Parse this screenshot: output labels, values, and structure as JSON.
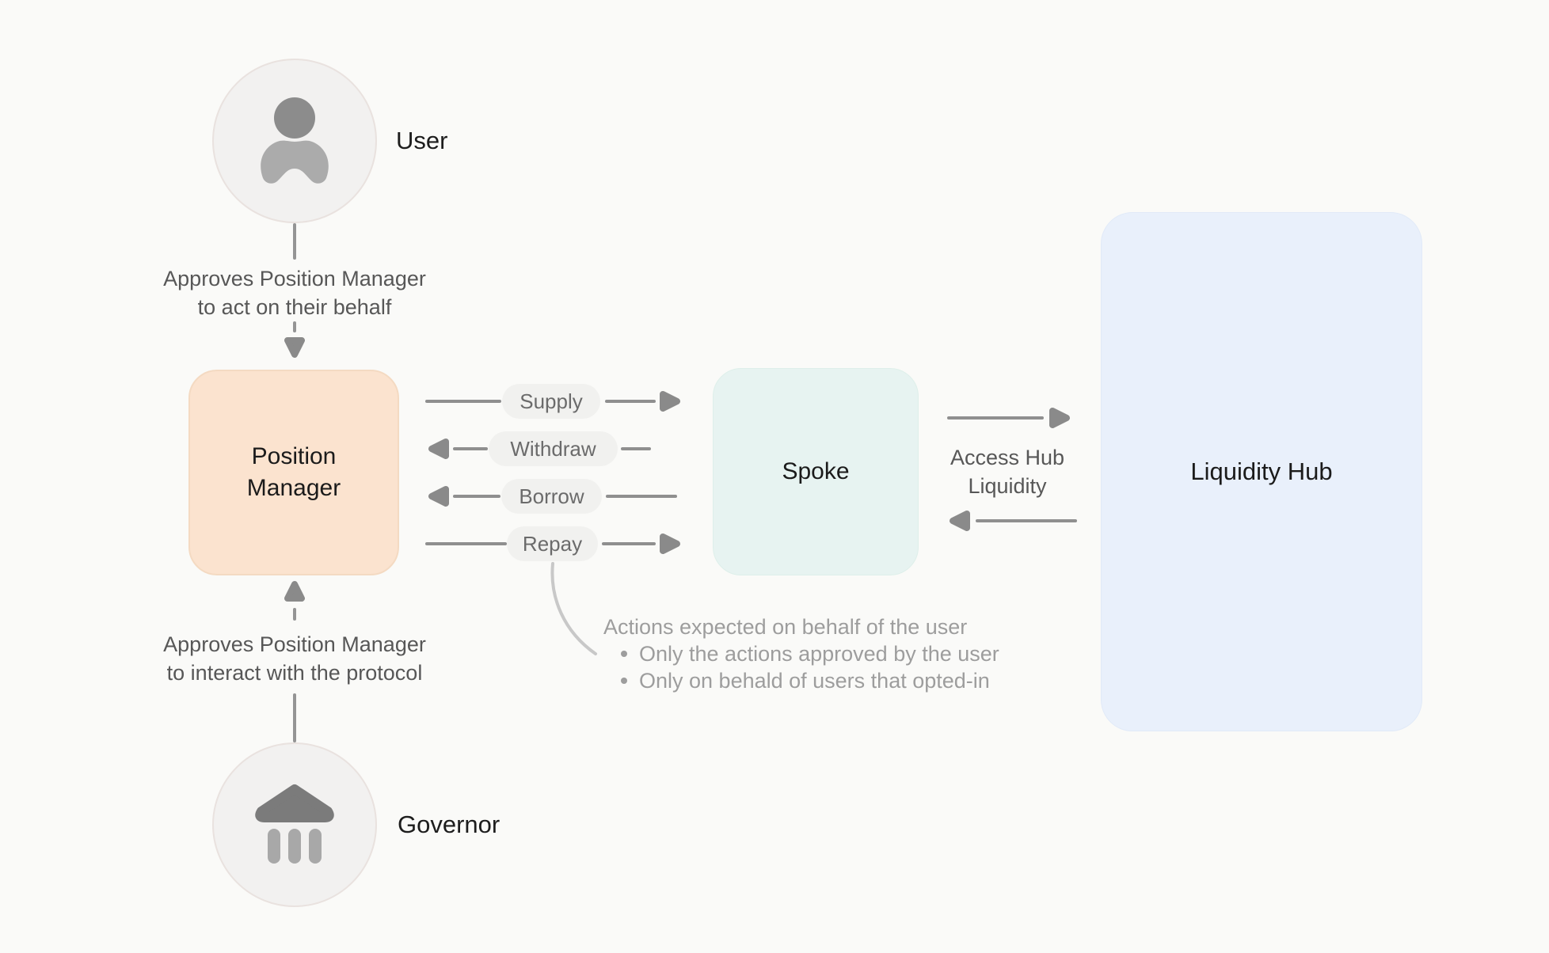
{
  "colors": {
    "background": "#FAFAF8",
    "actor_circle_fill": "#F2F1F0",
    "actor_circle_border": "#E9E2DF",
    "position_manager_fill": "#FBE3CF",
    "spoke_fill": "#E7F3F1",
    "liquidity_hub_fill": "#E9F0FB",
    "arrow_gray": "#8F8F8F",
    "pill_fill": "#F1F1EF",
    "dark_text": "#1B1B1B",
    "connector_text": "#575757",
    "annotation_text": "#9D9D9D"
  },
  "nodes": {
    "user": {
      "label": "User"
    },
    "governor": {
      "label": "Governor"
    },
    "position_manager": {
      "line1": "Position",
      "line2": "Manager"
    },
    "spoke": {
      "label": "Spoke"
    },
    "liquidity_hub": {
      "label": "Liquidity Hub"
    }
  },
  "connectors": {
    "user_approval": {
      "line1": "Approves Position Manager",
      "line2": "to act on their behalf"
    },
    "governor_approval": {
      "line1": "Approves Position Manager",
      "line2": "to interact with the protocol"
    },
    "hub_access": {
      "line1": "Access Hub",
      "line2": "Liquidity"
    }
  },
  "actions": [
    {
      "label": "Supply",
      "direction": "right"
    },
    {
      "label": "Withdraw",
      "direction": "left"
    },
    {
      "label": "Borrow",
      "direction": "left"
    },
    {
      "label": "Repay",
      "direction": "right"
    }
  ],
  "annotation": {
    "title": "Actions expected on behalf of the user",
    "bullets": [
      {
        "text": "Only the actions approved by the user"
      },
      {
        "text": "Only on behald of users that opted-in"
      }
    ]
  },
  "icons": {
    "user": "person-icon",
    "governor": "bank-icon"
  }
}
